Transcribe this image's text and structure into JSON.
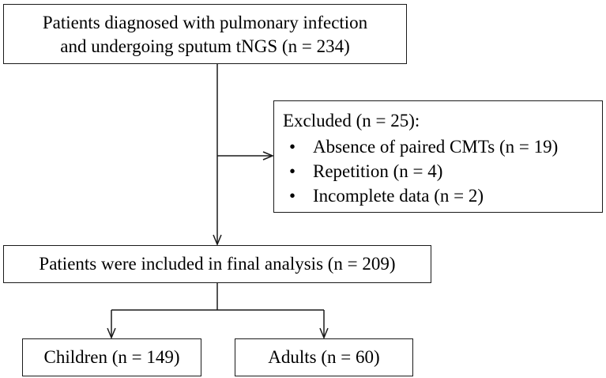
{
  "flowchart": {
    "screened": {
      "line1": "Patients diagnosed with pulmonary infection",
      "line2": "and undergoing sputum tNGS (n = 234)"
    },
    "excluded": {
      "heading": "Excluded (n = 25):",
      "items": [
        "Absence of paired CMTs (n = 19)",
        "Repetition (n = 4)",
        "Incomplete data (n = 2)"
      ]
    },
    "included": {
      "label": "Patients were included in final analysis (n = 209)"
    },
    "groups": {
      "children": "Children (n = 149)",
      "adults": "Adults (n = 60)"
    }
  }
}
